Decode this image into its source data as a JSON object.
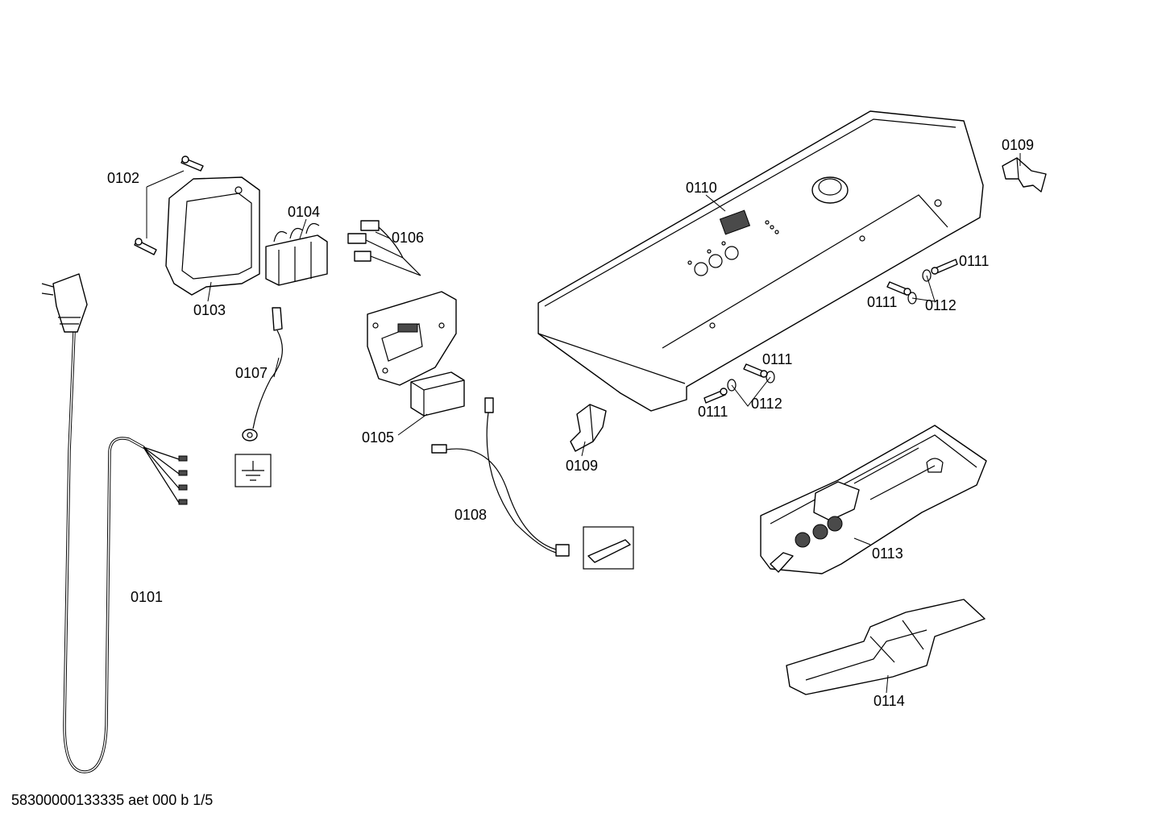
{
  "labels": {
    "p0101": "0101",
    "p0102": "0102",
    "p0103": "0103",
    "p0104": "0104",
    "p0105": "0105",
    "p0106": "0106",
    "p0107": "0107",
    "p0108": "0108",
    "p0109a": "0109",
    "p0109b": "0109",
    "p0110": "0110",
    "p0111a": "0111",
    "p0111b": "0111",
    "p0111c": "0111",
    "p0111d": "0111",
    "p0112a": "0112",
    "p0112b": "0112",
    "p0113": "0113",
    "p0114": "0114"
  },
  "footer": "58300000133335 aet 000 b 1/5"
}
